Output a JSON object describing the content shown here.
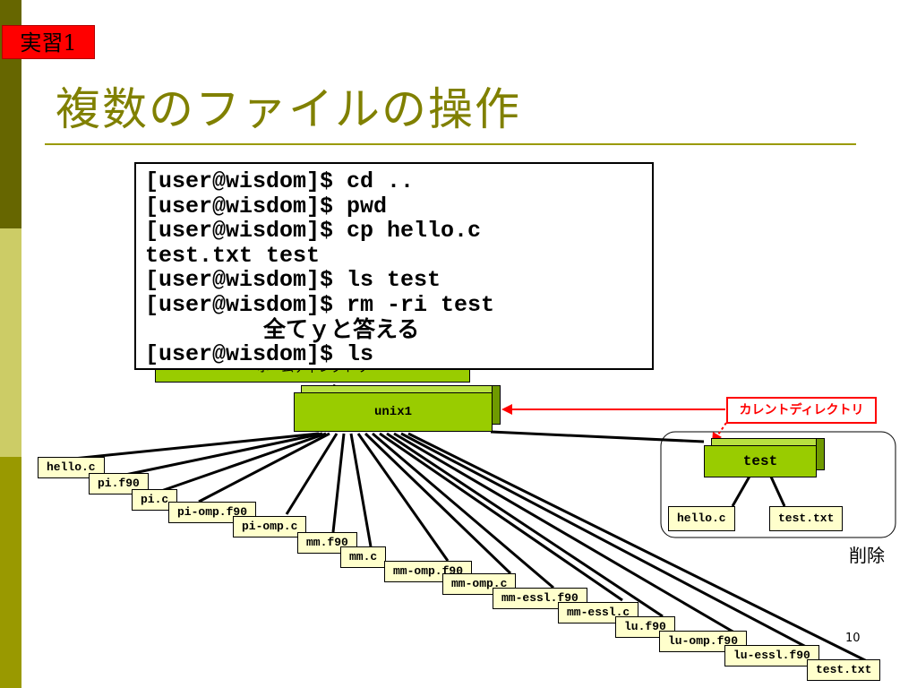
{
  "badge": "実習1",
  "title": "複数のファイルの操作",
  "terminal": {
    "lines": [
      "[user@wisdom]$ cd ..",
      "[user@wisdom]$ pwd",
      "[user@wisdom]$ cp hello.c",
      "test.txt test",
      "[user@wisdom]$ ls test",
      "[user@wisdom]$ rm -ri test"
    ],
    "note": "全てｙと答える",
    "last_line": "[user@wisdom]$ ls"
  },
  "home_dir_label": "ホームディレクトリ",
  "unix1_label": "unix1",
  "test_dir_label": "test",
  "test_children": [
    "hello.c",
    "test.txt"
  ],
  "current_dir_label": "カレントディレクトリ",
  "delete_label": "削除",
  "files": [
    "hello.c",
    "pi.f90",
    "pi.c",
    "pi-omp.f90",
    "pi-omp.c",
    "mm.f90",
    "mm.c",
    "mm-omp.f90",
    "mm-omp.c",
    "mm-essl.f90",
    "mm-essl.c",
    "lu.f90",
    "lu-omp.f90",
    "lu-essl.f90",
    "test.txt"
  ],
  "page_number": "10",
  "colors": {
    "title": "#808000",
    "badge": "#ff0000",
    "dir_box": "#99cc00",
    "file_box": "#ffffcc",
    "arrow": "#ff0000"
  }
}
